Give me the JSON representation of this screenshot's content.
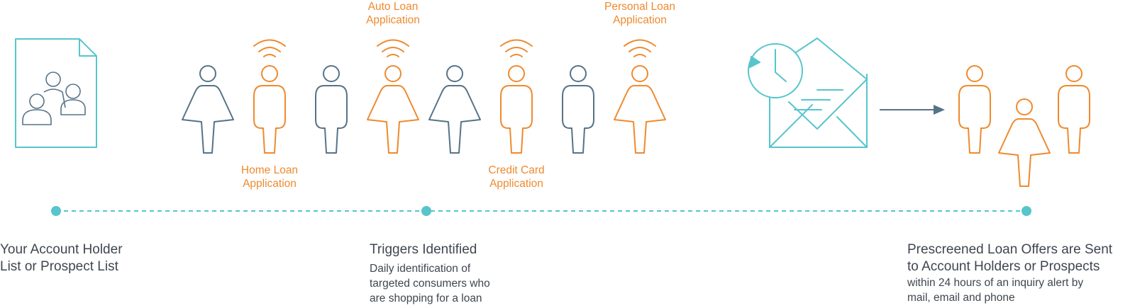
{
  "colors": {
    "teal": "#56c5cc",
    "slate": "#567387",
    "orange": "#ee8a2e",
    "text": "#3f4650"
  },
  "icons": {
    "list": "account-list-document-icon",
    "person": "person-icon",
    "signal": "signal-waves-icon",
    "mail": "scheduled-mail-icon",
    "arrow": "right-arrow-icon"
  },
  "trigger_labels": {
    "auto_loan": {
      "line1": "Auto Loan",
      "line2": "Application"
    },
    "personal_loan": {
      "line1": "Personal Loan",
      "line2": "Application"
    },
    "home_loan": {
      "line1": "Home Loan",
      "line2": "Application"
    },
    "credit_card": {
      "line1": "Credit Card",
      "line2": "Application"
    }
  },
  "steps": [
    {
      "title_line1": "Your Account Holder",
      "title_line2": "List or Prospect List"
    },
    {
      "title_line1": "Triggers Identified",
      "desc_line1": "Daily identification of",
      "desc_line2": "targeted consumers who",
      "desc_line3": "are shopping for a loan"
    },
    {
      "title_line1": "Prescreened Loan Offers are Sent",
      "title_line2": "to Account Holders or Prospects",
      "desc_line1": "within 24 hours of an inquiry alert by",
      "desc_line2": "mail, email and phone"
    }
  ]
}
